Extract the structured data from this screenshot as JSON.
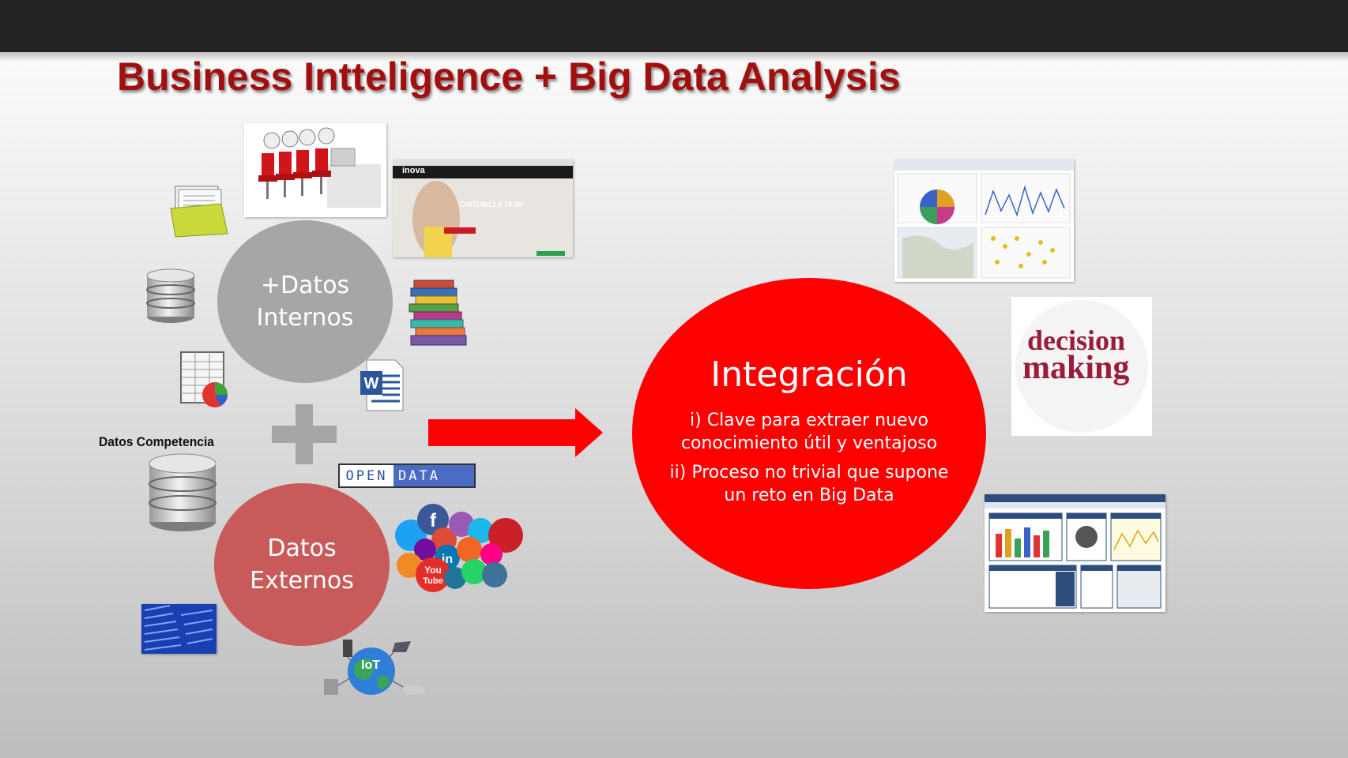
{
  "slide": {
    "title": "Business Intteligence + Big Data Analysis"
  },
  "internal": {
    "line1": "+Datos",
    "line2": "Internos"
  },
  "external": {
    "line1": "Datos",
    "line2": "Externos"
  },
  "competition_label": "Datos Competencia",
  "integration": {
    "title": "Integración",
    "point1": "i) Clave para extraer nuevo conocimiento útil y ventajoso",
    "point2": "ii) Proceso no trivial que supone un reto en Big Data"
  },
  "open_data": {
    "open": "OPEN",
    "data": "DATA"
  },
  "iot_label": "IoT",
  "website_banner": "CINTURILLA 70-30°",
  "website_brand": "inova",
  "word_cloud": {
    "word1": "decision",
    "word2": "making"
  },
  "colors": {
    "title": "#a10f0f",
    "integration": "#ff0000",
    "internal": "#a6a6a6",
    "external": "#c85a5a"
  },
  "icons": [
    "folder-icon",
    "database-icon",
    "spreadsheet-icon",
    "word-doc-icon",
    "books-icon",
    "plus-icon",
    "arrow-icon",
    "social-media-icon",
    "iot-globe-icon",
    "stock-ticker-icon"
  ]
}
